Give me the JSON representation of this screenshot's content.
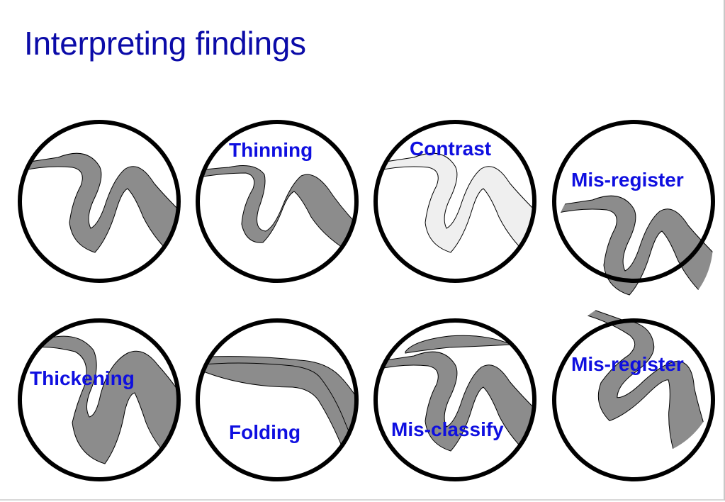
{
  "slide": {
    "title": "Interpreting findings"
  },
  "panels": [
    {
      "id": "original",
      "label": ""
    },
    {
      "id": "thinning",
      "label": "Thinning"
    },
    {
      "id": "contrast",
      "label": "Contrast"
    },
    {
      "id": "mis-register-shift",
      "label": "Mis-register"
    },
    {
      "id": "thickening",
      "label": "Thickening"
    },
    {
      "id": "folding",
      "label": "Folding"
    },
    {
      "id": "mis-classify",
      "label": "Mis-classify"
    },
    {
      "id": "mis-register-rotate",
      "label": "Mis-register"
    }
  ],
  "colors": {
    "title": "#0b0ba8",
    "label": "#0f0fe0",
    "tissue": "#8c8c8c",
    "tissue_light": "#efefef",
    "outline": "#000000"
  }
}
